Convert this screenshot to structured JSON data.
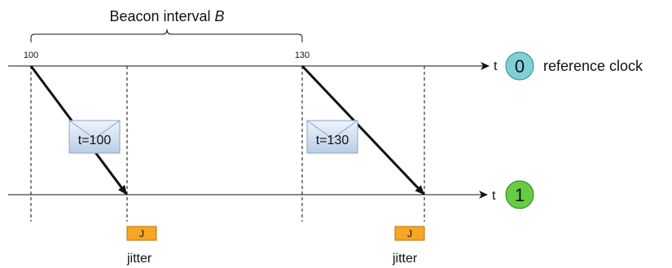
{
  "title": {
    "prefix": "Beacon interval ",
    "variable": "B"
  },
  "reference_axis": {
    "time_label": "t",
    "node_id": "0",
    "node_color": "#7fd0d6",
    "description": "reference clock"
  },
  "receiver_axis": {
    "time_label": "t",
    "node_id": "1",
    "node_color": "#66cc44"
  },
  "beacons": [
    {
      "timestamp_tick": "100",
      "message": "t=100",
      "jitter_badge": "J",
      "jitter_label": "jitter"
    },
    {
      "timestamp_tick": "130",
      "message": "t=130",
      "jitter_badge": "J",
      "jitter_label": "jitter"
    }
  ],
  "colors": {
    "jitter_box": "#f5a623",
    "envelope": "#c8d8ec"
  }
}
